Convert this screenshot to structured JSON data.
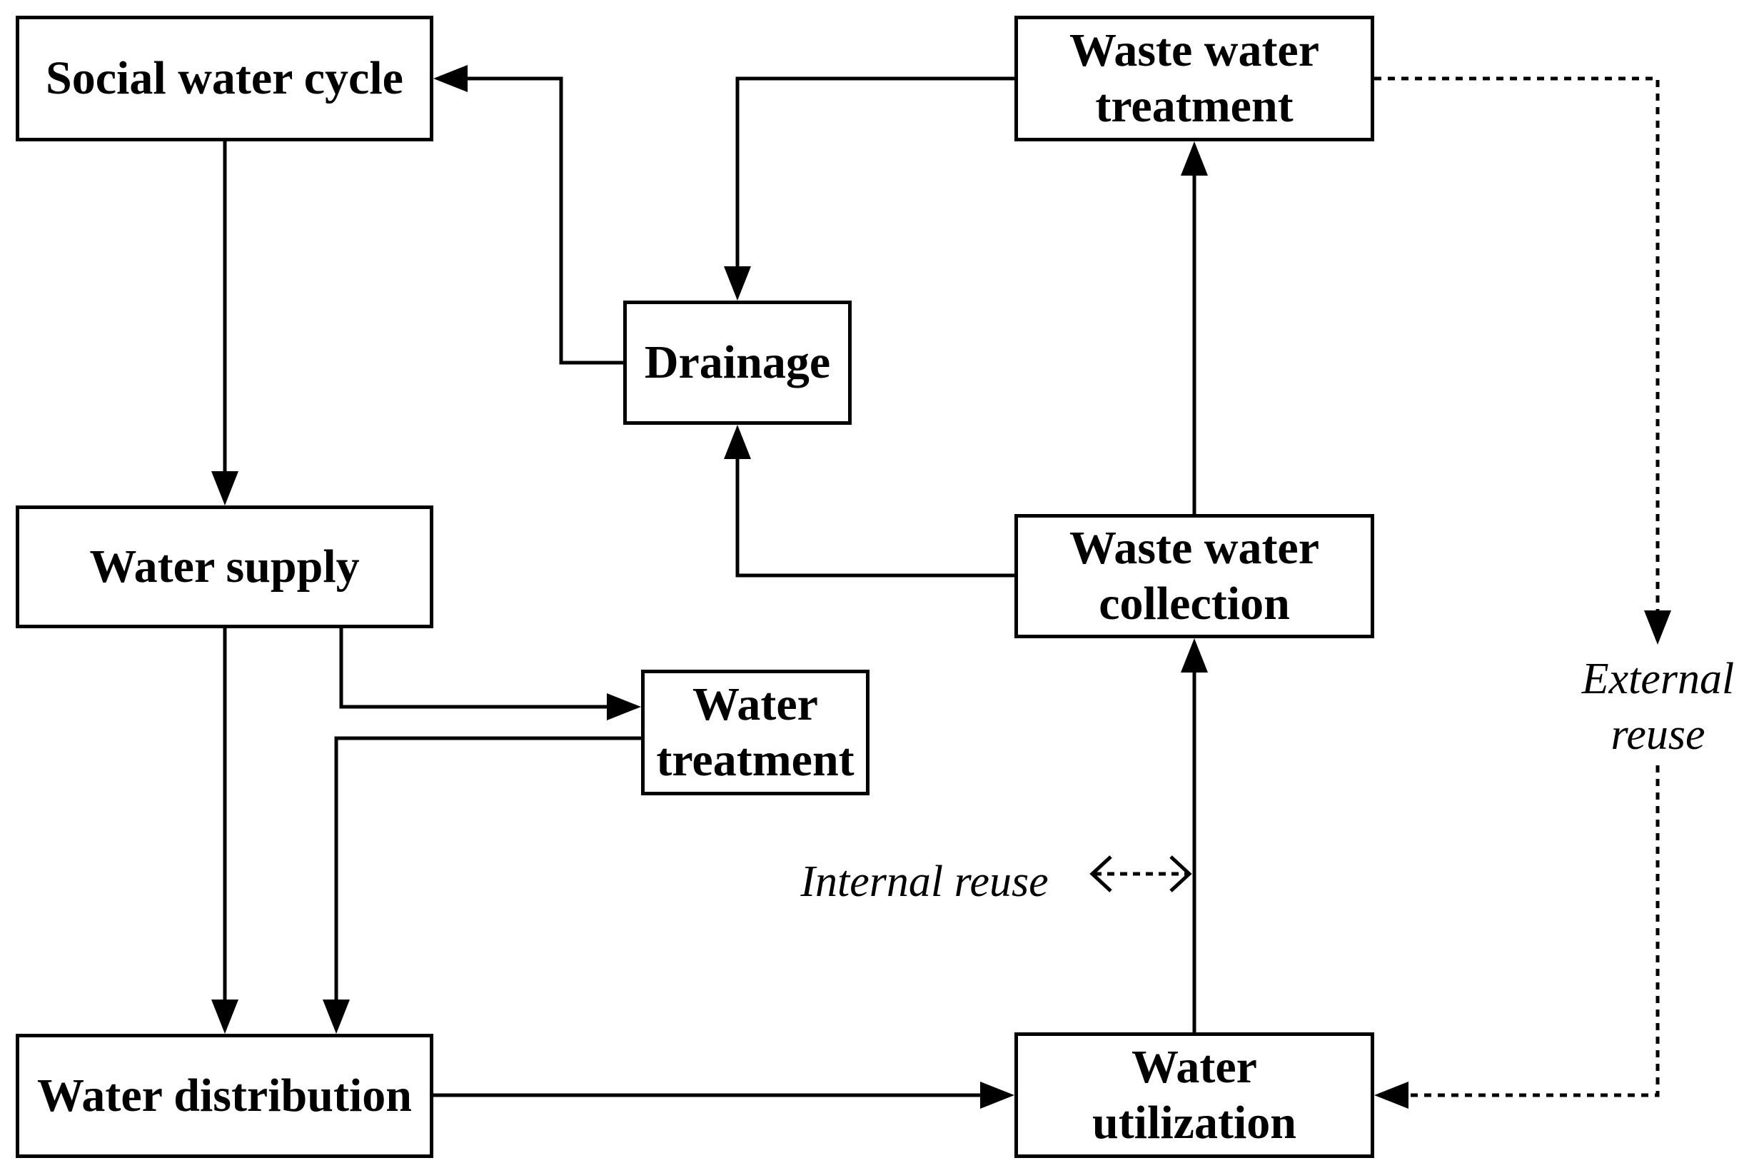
{
  "nodes": {
    "social_water_cycle": {
      "lines": [
        "Social water cycle"
      ]
    },
    "water_supply": {
      "lines": [
        "Water supply"
      ]
    },
    "water_distribution": {
      "lines": [
        "Water distribution"
      ]
    },
    "water_treatment": {
      "lines": [
        "Water",
        "treatment"
      ]
    },
    "drainage": {
      "lines": [
        "Drainage"
      ]
    },
    "waste_water_treatment": {
      "lines": [
        "Waste water",
        "treatment"
      ]
    },
    "waste_water_collection": {
      "lines": [
        "Waste water",
        "collection"
      ]
    },
    "water_utilization": {
      "lines": [
        "Water",
        "utilization"
      ]
    }
  },
  "labels": {
    "internal_reuse": [
      "Internal reuse"
    ],
    "external_reuse": [
      "External",
      "reuse"
    ]
  },
  "edges": [
    {
      "from": "Social water cycle",
      "to": "Water supply",
      "style": "solid"
    },
    {
      "from": "Water supply",
      "to": "Water distribution",
      "style": "solid"
    },
    {
      "from": "Water supply",
      "to": "Water treatment",
      "style": "solid"
    },
    {
      "from": "Water treatment",
      "to": "Water distribution",
      "style": "solid"
    },
    {
      "from": "Water distribution",
      "to": "Water utilization",
      "style": "solid"
    },
    {
      "from": "Water utilization",
      "to": "Waste water collection",
      "style": "solid"
    },
    {
      "from": "Waste water collection",
      "to": "Waste water treatment",
      "style": "solid"
    },
    {
      "from": "Waste water collection",
      "to": "Drainage",
      "style": "solid"
    },
    {
      "from": "Waste water treatment",
      "to": "Drainage",
      "style": "solid"
    },
    {
      "from": "Drainage",
      "to": "Social water cycle",
      "style": "solid"
    },
    {
      "from": "Waste water treatment",
      "to": "Water utilization",
      "style": "dashed",
      "label": "External reuse"
    },
    {
      "from": "Internal reuse",
      "to": "Water utilization",
      "style": "dashed",
      "bidirectional": true
    }
  ],
  "colors": {
    "stroke": "#000000",
    "background": "#ffffff"
  }
}
